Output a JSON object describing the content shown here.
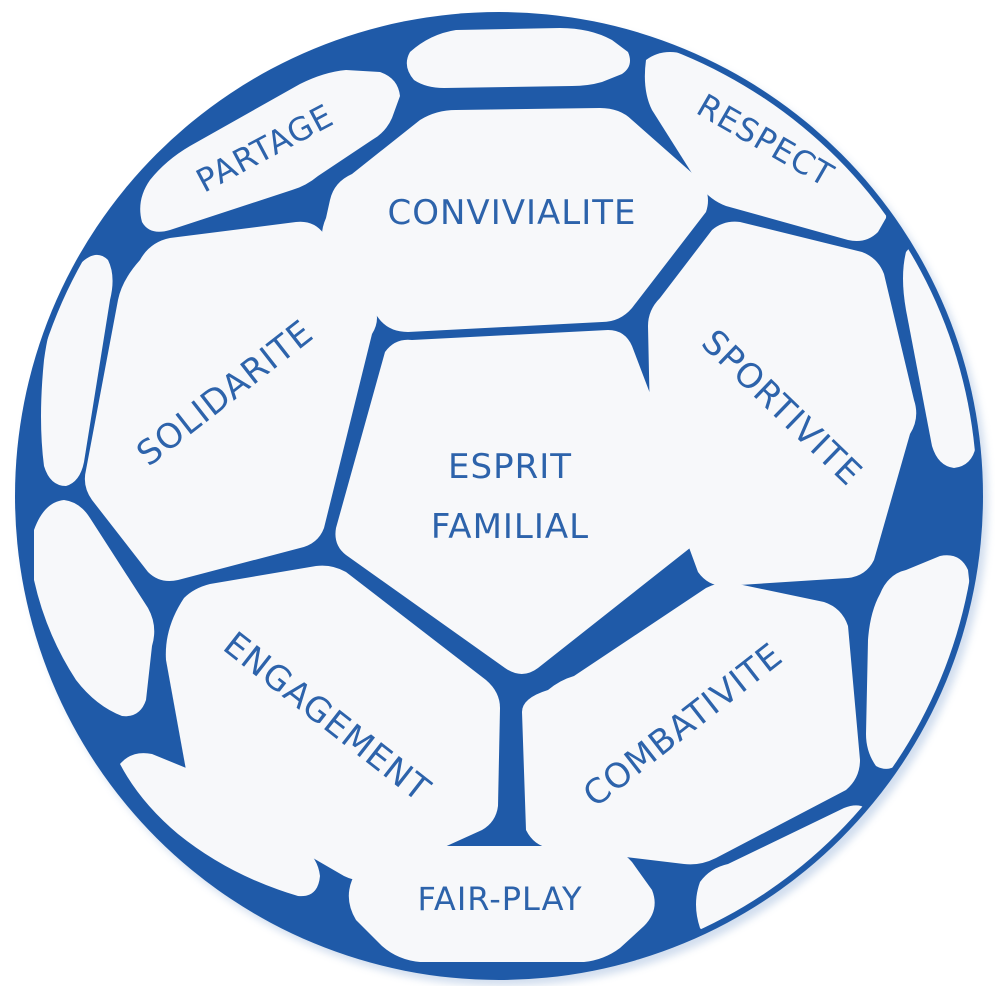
{
  "colors": {
    "seam": "#1f5aa8",
    "patch": "#f7f8fa",
    "text": "#2d63ab"
  },
  "labels": {
    "center_line1": "ESPRIT",
    "center_line2": "FAMILIAL",
    "convivialite": "CONVIVIALITE",
    "partage": "PARTAGE",
    "respect": "RESPECT",
    "solidarite": "SOLIDARITE",
    "sportivite": "SPORTIVITE",
    "engagement": "ENGAGEMENT",
    "combativite": "COMBATIVITE",
    "fairplay": "FAIR-PLAY"
  }
}
